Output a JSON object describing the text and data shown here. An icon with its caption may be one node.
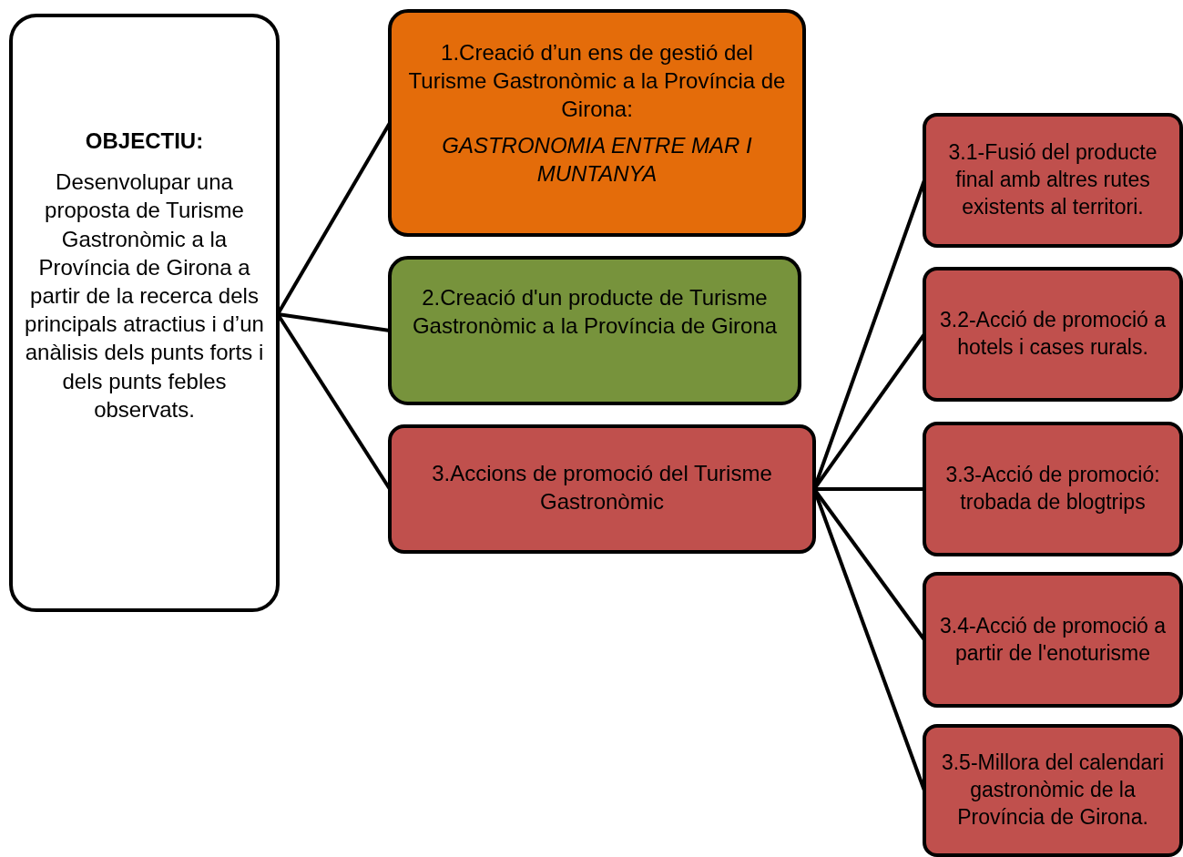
{
  "diagram": {
    "nodes": [
      {
        "text": [
          "OBJECTIU:",
          "Desenvolupar una proposta de Turisme Gastronòmic a la Província de Girona a partir de la recerca dels principals atractius i d’un anàlisis dels punts forts i dels punts febles observats."
        ]
      },
      {
        "text": [
          "1.Creació d’un ens de gestió del Turisme Gastronòmic a la Província de Girona:",
          "GASTRONOMIA ENTRE MAR I MUNTANYA"
        ]
      },
      {
        "text": [
          "2.Creació d'un producte de Turisme Gastronòmic a la Província de Girona"
        ]
      },
      {
        "text": [
          "3.Accions de promoció del Turisme Gastronòmic"
        ]
      },
      {
        "text": [
          "3.1-Fusió del producte final amb altres rutes existents al territori."
        ]
      },
      {
        "text": [
          "3.2-Acció de promoció a hotels i cases rurals."
        ]
      },
      {
        "text": [
          "3.3-Acció de promoció: trobada de blogtrips"
        ]
      },
      {
        "text": [
          "3.4-Acció de promoció a partir de l'enoturisme"
        ]
      },
      {
        "text": [
          "3.5-Millora del calendari gastronòmic de la Província de Girona."
        ]
      }
    ],
    "edges": [
      {
        "from": 0,
        "to": 1,
        "arrow": "none"
      },
      {
        "from": 0,
        "to": 2,
        "arrow": "none"
      },
      {
        "from": 0,
        "to": 3,
        "arrow": "none"
      },
      {
        "from": 3,
        "to": 4,
        "arrow": "none"
      },
      {
        "from": 3,
        "to": 5,
        "arrow": "none"
      },
      {
        "from": 3,
        "to": 6,
        "arrow": "none"
      },
      {
        "from": 3,
        "to": 7,
        "arrow": "none"
      },
      {
        "from": 3,
        "to": 8,
        "arrow": "none"
      }
    ]
  }
}
